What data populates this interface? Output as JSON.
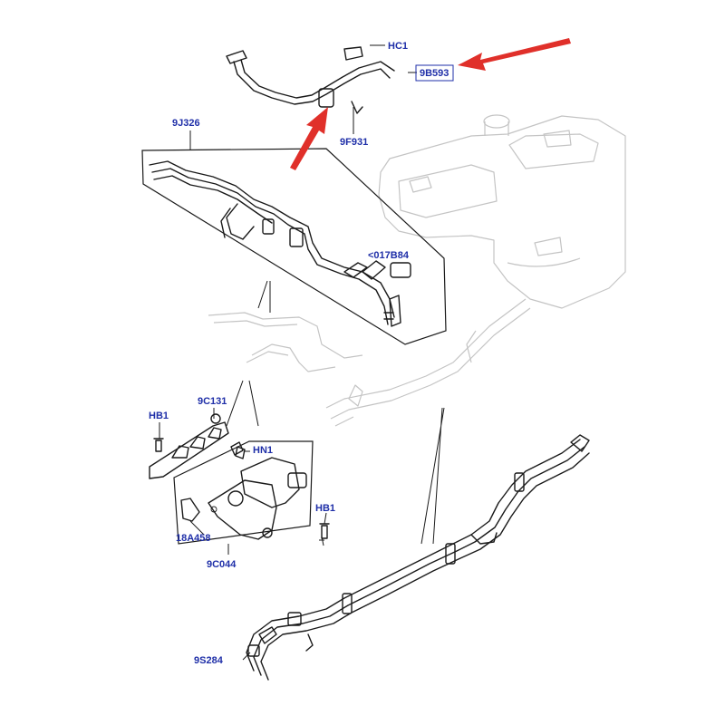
{
  "diagram": {
    "label_color": "#1f2fa8",
    "arrow_color": "#e0302a",
    "callouts": [
      {
        "id": "hc1",
        "text": "HC1"
      },
      {
        "id": "9b593",
        "text": "9B593"
      },
      {
        "id": "9j326",
        "text": "9J326"
      },
      {
        "id": "9f931",
        "text": "9F931"
      },
      {
        "id": "017b84",
        "text": "<017B84"
      },
      {
        "id": "hb1-left",
        "text": "HB1"
      },
      {
        "id": "9c131",
        "text": "9C131"
      },
      {
        "id": "hn1",
        "text": "HN1"
      },
      {
        "id": "hb1-right",
        "text": "HB1"
      },
      {
        "id": "18a458",
        "text": "18A458"
      },
      {
        "id": "9c044",
        "text": "9C044"
      },
      {
        "id": "9s284",
        "text": "9S284"
      }
    ]
  }
}
